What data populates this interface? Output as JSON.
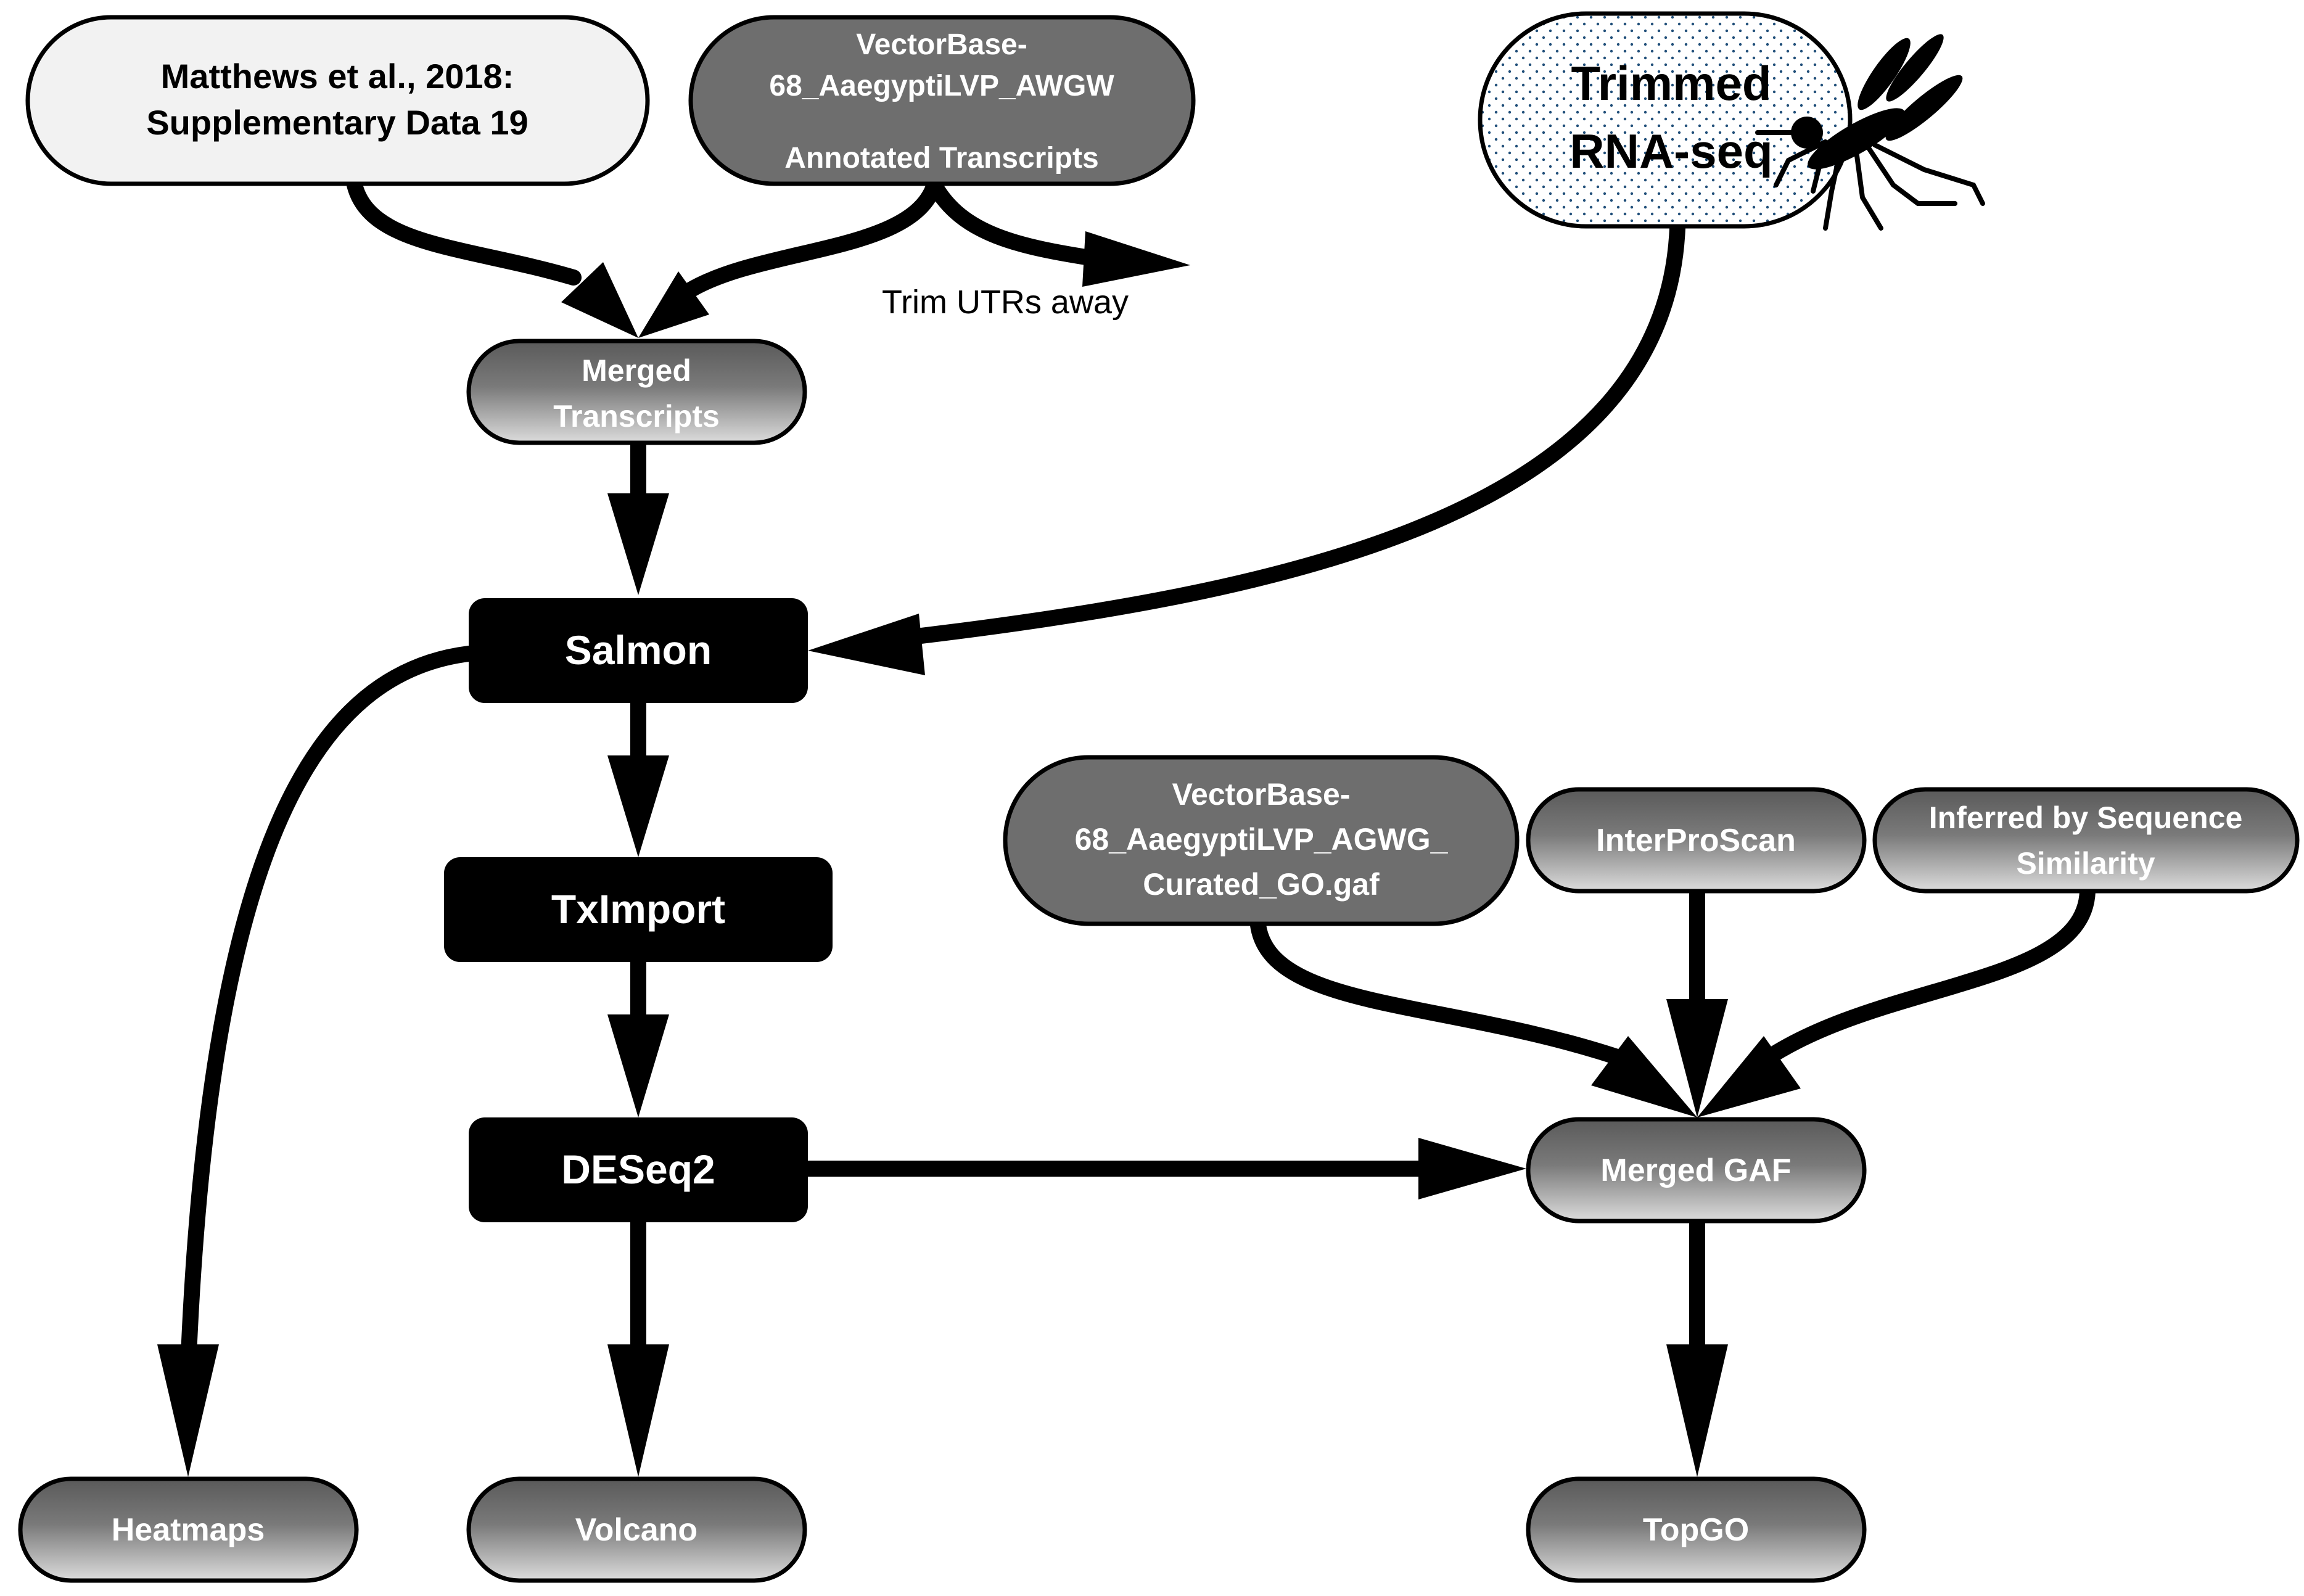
{
  "nodes": {
    "matthews": {
      "line1": "Matthews et al., 2018:",
      "line2": "Supplementary Data 19"
    },
    "vb_transcripts": {
      "line1": "VectorBase-",
      "line2": "68_AaegyptiLVP_AWGW",
      "line3": "Annotated Transcripts"
    },
    "trimmed_rnaseq": {
      "line1": "Trimmed",
      "line2": "RNA-seq"
    },
    "merged_transcripts": {
      "line1": "Merged",
      "line2": "Transcripts"
    },
    "salmon": {
      "label": "Salmon"
    },
    "tximport": {
      "label": "TxImport"
    },
    "deseq2": {
      "label": "DESeq2"
    },
    "vb_go": {
      "line1": "VectorBase-",
      "line2": "68_AaegyptiLVP_AGWG_",
      "line3": "Curated_GO.gaf"
    },
    "interproscan": {
      "label": "InterProScan"
    },
    "inferred": {
      "line1": "Inferred by Sequence",
      "line2": "Similarity"
    },
    "merged_gaf": {
      "label": "Merged GAF"
    },
    "heatmaps": {
      "label": "Heatmaps"
    },
    "volcano": {
      "label": "Volcano"
    },
    "topgo": {
      "label": "TopGO"
    }
  },
  "edges": {
    "trim_utrs_label": "Trim UTRs away"
  },
  "icons": {
    "mosquito": "mosquito-icon"
  },
  "colors": {
    "black_box": "#000000",
    "light_oval": "#f2f2f2",
    "dark_oval": "#6e6e6e",
    "dotted_oval_dots": "#1f4e79",
    "arrow": "#000000"
  }
}
